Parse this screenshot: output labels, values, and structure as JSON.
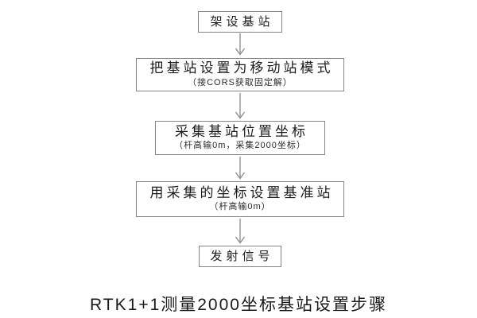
{
  "title": "RTK1+1测量2000坐标基站设置步骤",
  "flowchart": {
    "steps": [
      {
        "label": "架设基站",
        "note": ""
      },
      {
        "label": "把基站设置为移动站模式",
        "note": "（接CORS获取固定解）"
      },
      {
        "label": "采集基站位置坐标",
        "note": "（杆高输0m，采集2000坐标）"
      },
      {
        "label": "用采集的坐标设置基准站",
        "note": "（杆高输0m）"
      },
      {
        "label": "发射信号",
        "note": ""
      }
    ]
  },
  "colors": {
    "background": "#ffffff",
    "box_border": "#848484",
    "arrow": "#8a8a8a",
    "text": "#1c1c1c"
  }
}
